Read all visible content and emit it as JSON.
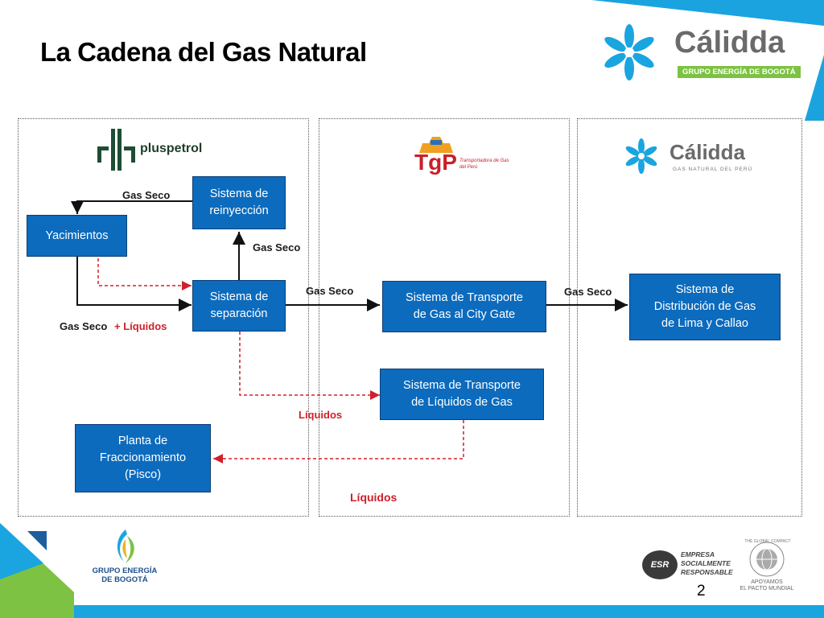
{
  "title": "La Cadena del Gas Natural",
  "header_logo": {
    "name": "Cálidda",
    "sub": "GRUPO ENERGÍA DE BOGOTÁ"
  },
  "panels": {
    "pluspetrol": {
      "logo": "pluspetrol"
    },
    "tgp": {
      "logo": "TgP",
      "sub": "Transportadora de Gas del Perú"
    },
    "calidda": {
      "logo": "Cálidda",
      "sub": "GAS NATURAL DEL PERÚ"
    }
  },
  "boxes": {
    "reinyeccion": "Sistema de\nreinyección",
    "yacimientos": "Yacimientos",
    "separacion": "Sistema de\nseparación",
    "transporte_gas": "Sistema de Transporte\nde Gas al City Gate",
    "distribucion": "Sistema de\nDistribución de Gas\nde Lima y Callao",
    "transporte_liquidos": "Sistema de Transporte\nde Líquidos de Gas",
    "fraccionamiento": "Planta de\nFraccionamiento\n(Pisco)"
  },
  "labels": {
    "gas_seco_top": "Gas Seco",
    "gas_seco_mid": "Gas Seco",
    "gas_seco_bottom": "Gas Seco",
    "mas_liquidos": "+ Líquidos",
    "gas_seco_to_tgp": "Gas Seco",
    "gas_seco_to_calidda": "Gas Seco",
    "liquidos_1": "Líquidos",
    "liquidos_2": "Líquidos"
  },
  "footer": {
    "geb": "GRUPO ENERGÍA\nDE BOGOTÁ",
    "esr_badge": "ESR",
    "esr_text": "EMPRESA\nSOCIALMENTE\nRESPONSABLE",
    "global_compact": "APOYAMOS\nEL PACTO MUNDIAL",
    "global_compact_ring": "THE GLOBAL COMPACT",
    "page_number": "2"
  },
  "colors": {
    "box_fill": "#0c6bbd",
    "accent_cyan": "#1aa5e0",
    "accent_green": "#7dc242",
    "red_dashed": "#d0202a"
  }
}
